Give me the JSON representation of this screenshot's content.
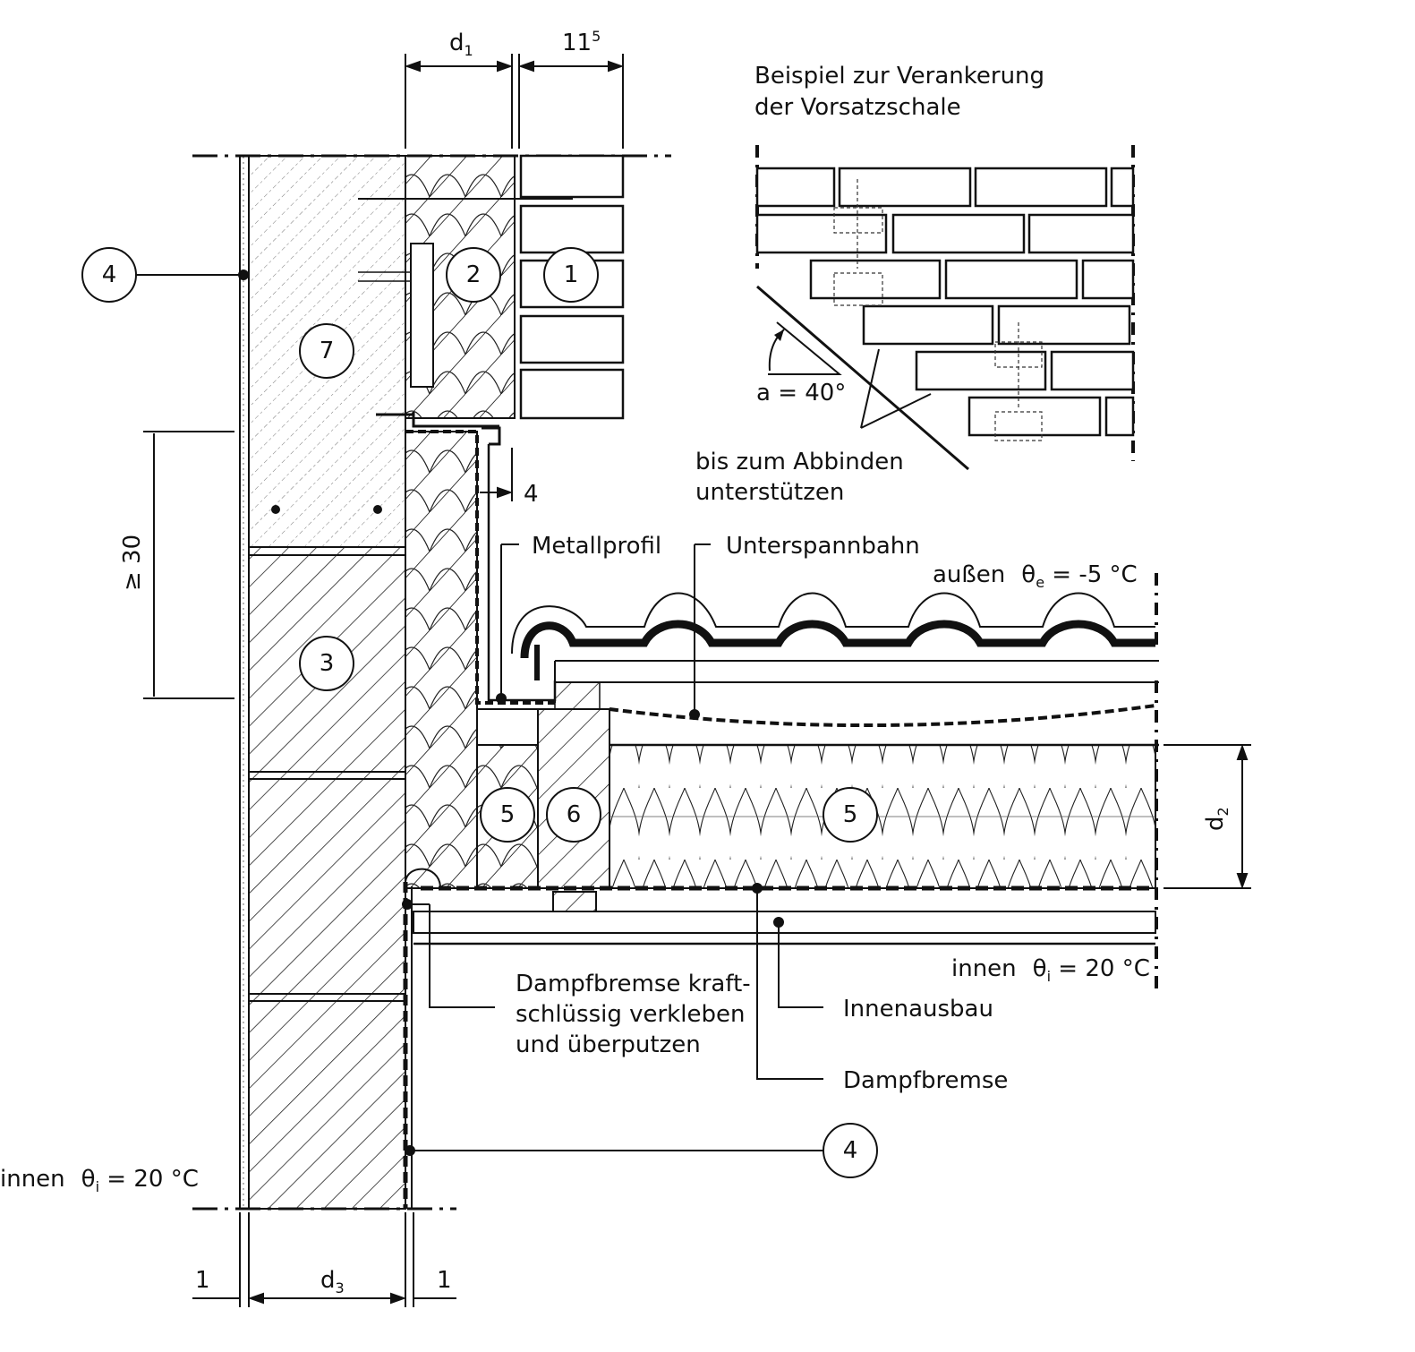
{
  "dimensions": {
    "d1": "d",
    "d1_sub": "1",
    "d2": "d",
    "d2_sub": "2",
    "d3": "d",
    "d3_sub": "3",
    "brick": "11",
    "brick_sup": "5",
    "min_height": "≥ 30",
    "gap": "4",
    "left_one": "1",
    "right_one": "1"
  },
  "callouts": {
    "c1": "1",
    "c2": "2",
    "c3": "3",
    "c4_top": "4",
    "c4_bottom": "4",
    "c5_small": "5",
    "c5_large": "5",
    "c6": "6",
    "c7": "7"
  },
  "labels": {
    "detail_title_1": "Beispiel zur Verankerung",
    "detail_title_2": "der Vorsatzschale",
    "angle": "a = 40°",
    "support_1": "bis zum Abbinden",
    "support_2": "unterstützen",
    "metallprofil": "Metallprofil",
    "unterspannbahn": "Unterspannbahn",
    "outside": "außen",
    "theta_e": "θ",
    "theta_e_sub": "e",
    "theta_e_value": " = -5 °C",
    "inside_roof": "innen",
    "theta_i": "θ",
    "theta_i_sub": "i",
    "theta_i_value": " = 20 °C",
    "inside_wall": "innen",
    "vapor_note_1": "Dampfbremse kraft-",
    "vapor_note_2": "schlüssig verkleben",
    "vapor_note_3": "und überputzen",
    "innenausbau": "Innenausbau",
    "dampfbremse": "Dampfbremse"
  }
}
